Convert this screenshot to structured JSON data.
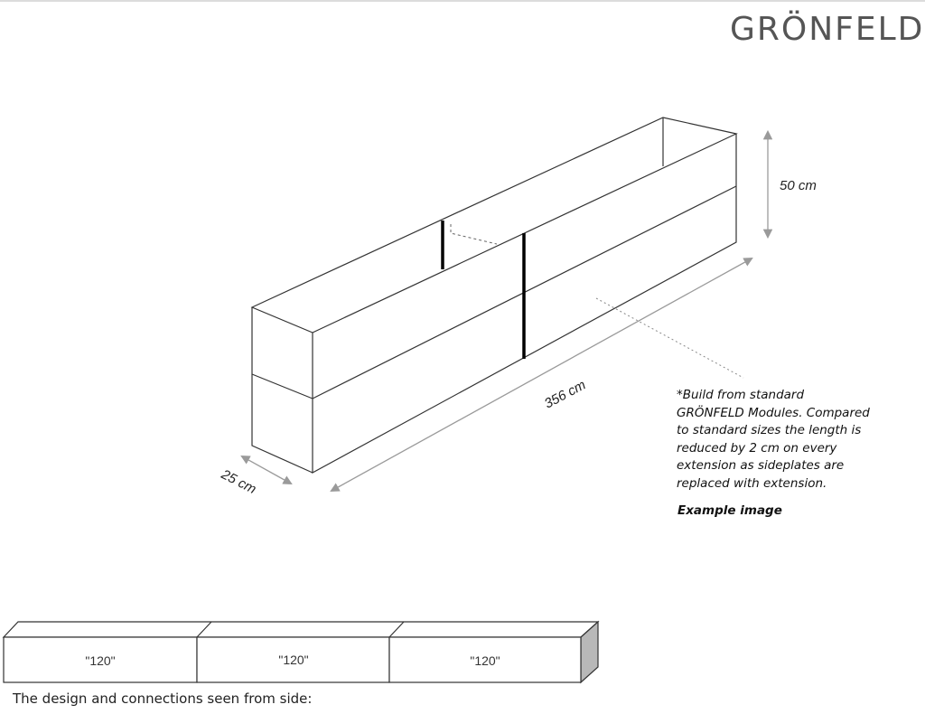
{
  "logo": {
    "text": "GRÖNFELD"
  },
  "dimensions": {
    "height": "50 cm",
    "length": "356 cm",
    "width": "25 cm"
  },
  "note": {
    "lines": [
      "*Build from standard",
      "GRÖNFELD Modules. Compared",
      "to standard sizes the length is",
      "reduced by 2 cm on every",
      "extension as sideplates are",
      "replaced with extension."
    ],
    "example": "Example image"
  },
  "side_view": {
    "modules": [
      "\"120\"",
      "\"120\"",
      "\"120\""
    ],
    "caption": "The design and connections seen from side:"
  }
}
